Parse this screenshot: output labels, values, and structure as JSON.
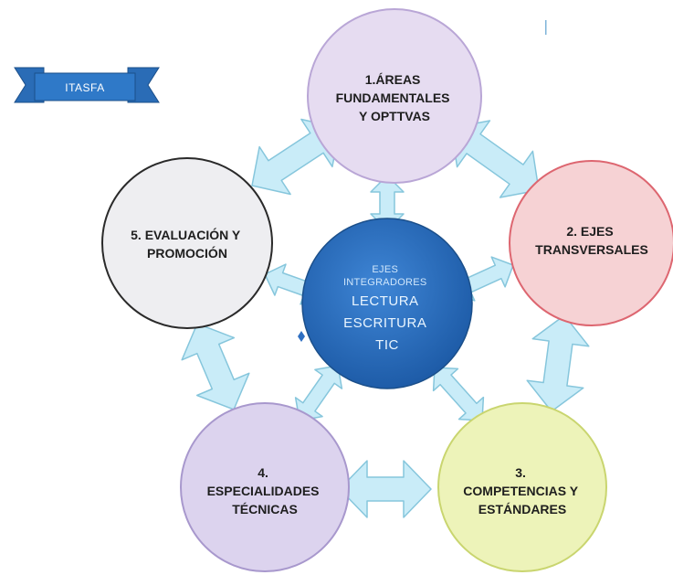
{
  "banner": {
    "label": "ITASFA",
    "color": "#2f79c8"
  },
  "center": {
    "small_lines": [
      "EJES",
      "INTEGRADORES"
    ],
    "big_lines": [
      "LECTURA",
      "ESCRITURA",
      "TIC"
    ],
    "color": "#2e6fc2"
  },
  "nodes": [
    {
      "id": "areas",
      "lines": [
        "1.ÁREAS",
        "FUNDAMENTALES",
        "Y OPTTVAS"
      ],
      "fill": "#e6dcf1",
      "stroke": "#b9a6d6"
    },
    {
      "id": "ejes",
      "lines": [
        "2. EJES",
        "TRANSVERSALES"
      ],
      "fill": "#f6d2d4",
      "stroke": "#dd6670"
    },
    {
      "id": "competencias",
      "lines": [
        "3.",
        "COMPETENCIAS Y",
        "ESTÁNDARES"
      ],
      "fill": "#edf3b9",
      "stroke": "#c9d56f"
    },
    {
      "id": "especialidades",
      "lines": [
        "4.",
        "ESPECIALIDADES",
        "TÉCNICAS"
      ],
      "fill": "#dcd3ee",
      "stroke": "#a898cd"
    },
    {
      "id": "evaluacion",
      "lines": [
        "5. EVALUACIÓN Y",
        "PROMOCIÓN"
      ],
      "fill": "#eeeef1",
      "stroke": "#2a2a2a"
    }
  ],
  "arrow_colors": {
    "fill": "#c9ecf8",
    "stroke": "#86c6dc"
  }
}
